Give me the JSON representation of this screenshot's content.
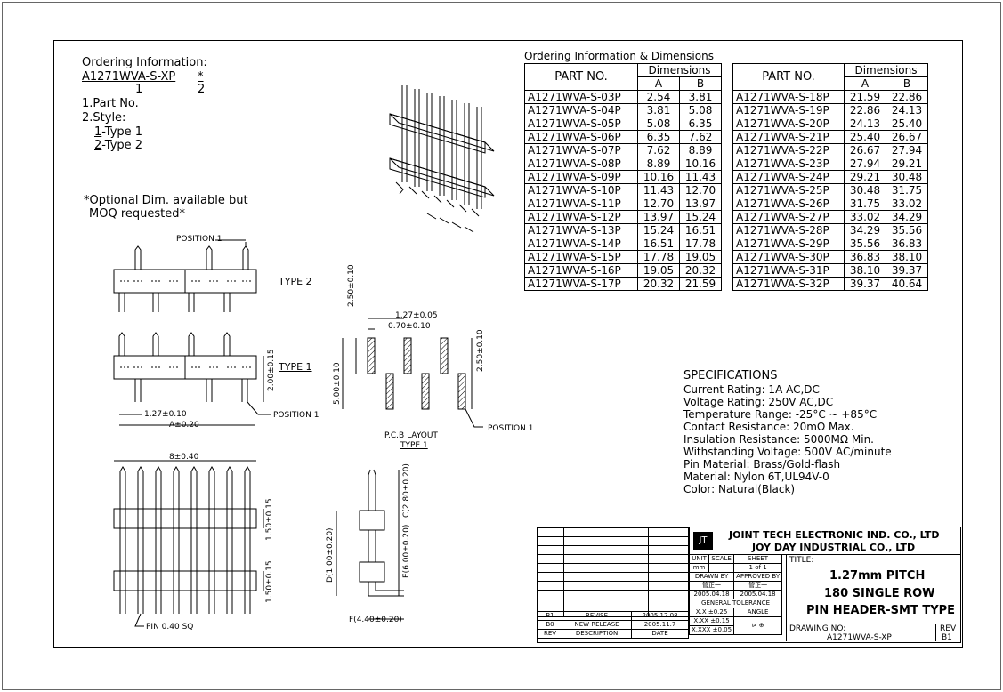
{
  "ordering_info": {
    "title": "Ordering Information:",
    "part_code": "A1271WVA-S-XP",
    "star": "*",
    "idx1": "1",
    "idx2": "2",
    "line1": "1.Part No.",
    "line2": "2.Style:",
    "type1_num": "1",
    "type1_rest": "-Type 1",
    "type2_num": "2",
    "type2_rest": "-Type 2",
    "optional1": "*Optional Dim. available but",
    "optional2": "MOQ requested*"
  },
  "table": {
    "title": "Ordering Information & Dimensions",
    "part_header": "PART NO.",
    "dim_header": "Dimensions",
    "col_a": "A",
    "col_b": "B",
    "left_rows": [
      [
        "A1271WVA-S-03P",
        "2.54",
        "3.81"
      ],
      [
        "A1271WVA-S-04P",
        "3.81",
        "5.08"
      ],
      [
        "A1271WVA-S-05P",
        "5.08",
        "6.35"
      ],
      [
        "A1271WVA-S-06P",
        "6.35",
        "7.62"
      ],
      [
        "A1271WVA-S-07P",
        "7.62",
        "8.89"
      ],
      [
        "A1271WVA-S-08P",
        "8.89",
        "10.16"
      ],
      [
        "A1271WVA-S-09P",
        "10.16",
        "11.43"
      ],
      [
        "A1271WVA-S-10P",
        "11.43",
        "12.70"
      ],
      [
        "A1271WVA-S-11P",
        "12.70",
        "13.97"
      ],
      [
        "A1271WVA-S-12P",
        "13.97",
        "15.24"
      ],
      [
        "A1271WVA-S-13P",
        "15.24",
        "16.51"
      ],
      [
        "A1271WVA-S-14P",
        "16.51",
        "17.78"
      ],
      [
        "A1271WVA-S-15P",
        "17.78",
        "19.05"
      ],
      [
        "A1271WVA-S-16P",
        "19.05",
        "20.32"
      ],
      [
        "A1271WVA-S-17P",
        "20.32",
        "21.59"
      ]
    ],
    "right_rows": [
      [
        "A1271WVA-S-18P",
        "21.59",
        "22.86"
      ],
      [
        "A1271WVA-S-19P",
        "22.86",
        "24.13"
      ],
      [
        "A1271WVA-S-20P",
        "24.13",
        "25.40"
      ],
      [
        "A1271WVA-S-21P",
        "25.40",
        "26.67"
      ],
      [
        "A1271WVA-S-22P",
        "26.67",
        "27.94"
      ],
      [
        "A1271WVA-S-23P",
        "27.94",
        "29.21"
      ],
      [
        "A1271WVA-S-24P",
        "29.21",
        "30.48"
      ],
      [
        "A1271WVA-S-25P",
        "30.48",
        "31.75"
      ],
      [
        "A1271WVA-S-26P",
        "31.75",
        "33.02"
      ],
      [
        "A1271WVA-S-27P",
        "33.02",
        "34.29"
      ],
      [
        "A1271WVA-S-28P",
        "34.29",
        "35.56"
      ],
      [
        "A1271WVA-S-29P",
        "35.56",
        "36.83"
      ],
      [
        "A1271WVA-S-30P",
        "36.83",
        "38.10"
      ],
      [
        "A1271WVA-S-31P",
        "38.10",
        "39.37"
      ],
      [
        "A1271WVA-S-32P",
        "39.37",
        "40.64"
      ]
    ]
  },
  "specs": {
    "title": "SPECIFICATIONS",
    "lines": [
      "Current Rating: 1A AC,DC",
      "Voltage Rating: 250V AC,DC",
      "Temperature Range: -25°C ~ +85°C",
      "Contact Resistance: 20mΩ Max.",
      "Insulation Resistance: 5000MΩ Min.",
      "Withstanding Voltage: 500V AC/minute",
      "Pin Material: Brass/Gold-flash",
      "Material: Nylon 6T,UL94V-0",
      "Color: Natural(Black)"
    ]
  },
  "drawing": {
    "position1": "POSITION 1",
    "type2": "TYPE 2",
    "type1": "TYPE 1",
    "dim_pitch": "1.27±0.10",
    "dim_a": "A±0.20",
    "dim_200": "2.00±0.15",
    "dim_250a": "2.50±0.10",
    "dim_127": "1.27±0.05",
    "dim_070": "0.70±0.10",
    "dim_250b": "2.50±0.10",
    "dim_500": "5.00±0.10",
    "pcb_layout": "P.C.B LAYOUT",
    "pcb_type": "TYPE 1",
    "dim_840": "8±0.40",
    "dim_150a": "1.50±0.15",
    "dim_150b": "1.50±0.15",
    "pin_sq": "PIN 0.40 SQ",
    "dim_c": "C(2.80±0.20)",
    "dim_d": "D(1.00±0.20)",
    "dim_e": "E(6.00±0.20)",
    "dim_f": "F(4.40±0.20)"
  },
  "title_block": {
    "company1": "JOINT TECH ELECTRONIC IND. CO., LTD",
    "company2": "JOY DAY INDUSTRIAL CO., LTD",
    "unit_label": "UNIT",
    "unit_value": "mm",
    "scale_label": "SCALE",
    "sheet_label": "SHEET",
    "sheet_value": "1 of 1",
    "title_label": "TITLE:",
    "title_l1": "1.27mm PITCH",
    "title_l2": "180 SINGLE ROW",
    "title_l3": "PIN HEADER-SMT TYPE",
    "drawn_by": "DRAWN BY",
    "approved_by": "APPROVED BY",
    "drawn_name": "管正一",
    "approved_name": "管正一",
    "drawn_date": "2005.04.18",
    "approved_date": "2005.04.18",
    "general_tol": "GENERAL TOLERANCE",
    "tol1": "X.X ±0.25",
    "tol2": "X.XX ±0.15",
    "tol3": "X.XXX ±0.05",
    "angle": "ANGLE",
    "drawing_no_label": "DRAWING NO:",
    "drawing_no": "A1271WVA-S-XP",
    "rev_label": "REV",
    "rev_value": "B1",
    "rev_rows": [
      [
        "B1",
        "REVISE",
        "2005.12.08"
      ],
      [
        "B0",
        "NEW RELEASE",
        "2005.11.7"
      ]
    ],
    "col_rev": "REV",
    "col_desc": "DESCRIPTION",
    "col_date": "DATE"
  }
}
